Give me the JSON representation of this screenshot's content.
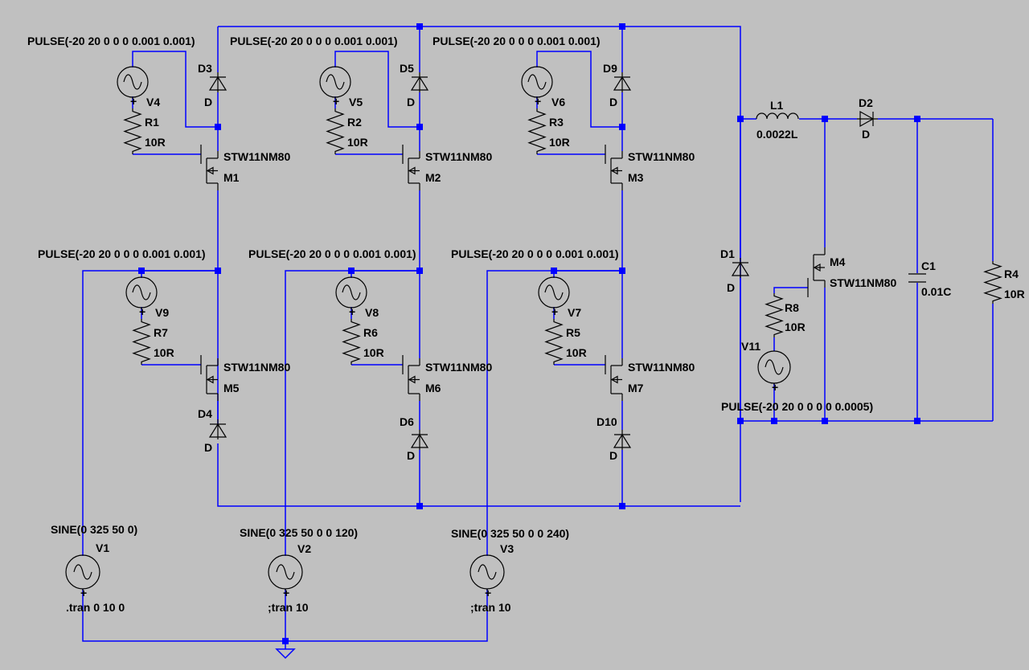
{
  "colors": {
    "background": "#c0c0c0",
    "wire": "#0000ff",
    "component": "#000000"
  },
  "components": {
    "D3": {
      "name": "D3",
      "value": "D"
    },
    "D5": {
      "name": "D5",
      "value": "D"
    },
    "D9": {
      "name": "D9",
      "value": "D"
    },
    "D4": {
      "name": "D4",
      "value": "D"
    },
    "D6": {
      "name": "D6",
      "value": "D"
    },
    "D10": {
      "name": "D10",
      "value": "D"
    },
    "D1": {
      "name": "D1",
      "value": "D"
    },
    "D2": {
      "name": "D2",
      "value": "D"
    },
    "M1": {
      "name": "M1",
      "value": "STW11NM80"
    },
    "M2": {
      "name": "M2",
      "value": "STW11NM80"
    },
    "M3": {
      "name": "M3",
      "value": "STW11NM80"
    },
    "M4": {
      "name": "M4",
      "value": "STW11NM80"
    },
    "M5": {
      "name": "M5",
      "value": "STW11NM80"
    },
    "M6": {
      "name": "M6",
      "value": "STW11NM80"
    },
    "M7": {
      "name": "M7",
      "value": "STW11NM80"
    },
    "R1": {
      "name": "R1",
      "value": "10R"
    },
    "R2": {
      "name": "R2",
      "value": "10R"
    },
    "R3": {
      "name": "R3",
      "value": "10R"
    },
    "R4": {
      "name": "R4",
      "value": "10R"
    },
    "R5": {
      "name": "R5",
      "value": "10R"
    },
    "R6": {
      "name": "R6",
      "value": "10R"
    },
    "R7": {
      "name": "R7",
      "value": "10R"
    },
    "R8": {
      "name": "R8",
      "value": "10R"
    },
    "L1": {
      "name": "L1",
      "value": "0.0022L"
    },
    "C1": {
      "name": "C1",
      "value": "0.01C"
    },
    "V4": {
      "name": "V4",
      "value": "PULSE(-20 20 0 0 0 0.001 0.001)"
    },
    "V5": {
      "name": "V5",
      "value": "PULSE(-20 20 0 0 0 0.001 0.001)"
    },
    "V6": {
      "name": "V6",
      "value": "PULSE(-20 20 0 0 0 0.001 0.001)"
    },
    "V9": {
      "name": "V9",
      "value": "PULSE(-20 20 0 0 0 0.001 0.001)"
    },
    "V8": {
      "name": "V8",
      "value": "PULSE(-20 20 0 0 0 0.001 0.001)"
    },
    "V7": {
      "name": "V7",
      "value": "PULSE(-20 20 0 0 0 0.001 0.001)"
    },
    "V11": {
      "name": "V11",
      "value": "PULSE(-20 20 0 0 0 0 0.0005)"
    },
    "V1": {
      "name": "V1",
      "value": "SINE(0 325 50 0)"
    },
    "V2": {
      "name": "V2",
      "value": "SINE(0 325 50 0 0 120)"
    },
    "V3": {
      "name": "V3",
      "value": "SINE(0 325 50 0 0 240)"
    }
  },
  "directives": [
    ".tran 0 10 0",
    ";tran 10",
    ";tran 10"
  ]
}
